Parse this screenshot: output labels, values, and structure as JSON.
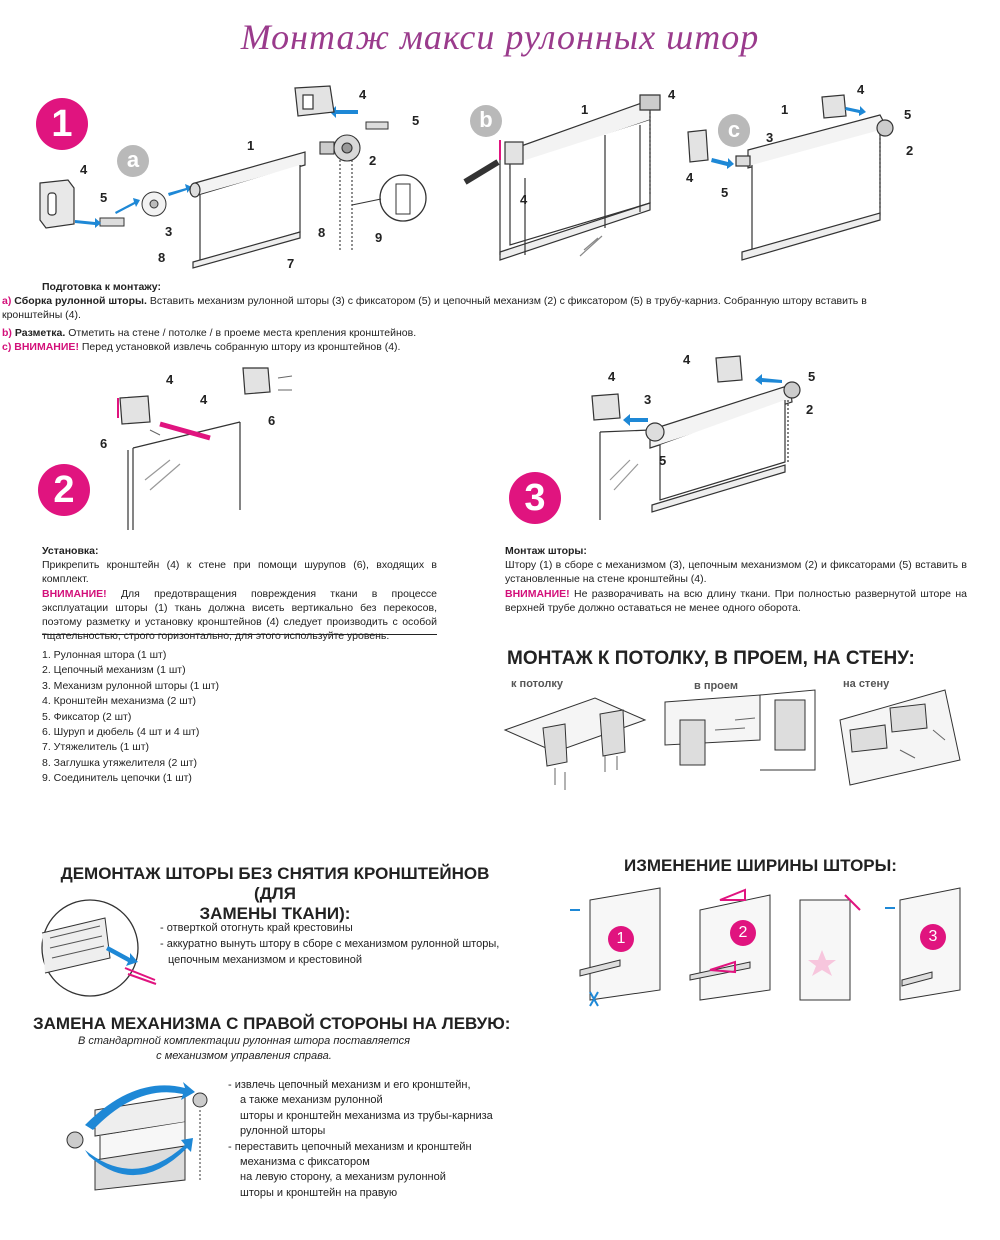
{
  "title": "Монтаж макси рулонных штор",
  "steps": {
    "s1": "1",
    "s2": "2",
    "s3": "3"
  },
  "letters": {
    "a": "a",
    "b": "b",
    "c": "c"
  },
  "figure_numbers": {
    "n1": "1",
    "n2": "2",
    "n3": "3",
    "n4": "4",
    "n5": "5",
    "n6": "6",
    "n7": "7",
    "n8": "8",
    "n9": "9"
  },
  "prep": {
    "heading": "Подготовка к монтажу:",
    "a_prefix": "a)",
    "a_bold": "Сборка рулонной шторы.",
    "a_text": "Вставить механизм рулонной шторы (3) с фиксатором (5) и цепочный механизм (2) с фиксатором (5) в трубу-карниз. Собранную штору вставить в кронштейны (4).",
    "b_prefix": "b)",
    "b_bold": "Разметка.",
    "b_text": "Отметить на стене / потолке / в проеме места крепления кронштейнов.",
    "c_prefix": "c)",
    "c_bold": "ВНИМАНИЕ!",
    "c_text": "Перед установкой извлечь собранную штору из кронштейнов (4)."
  },
  "install": {
    "heading": "Установка:",
    "line1": "Прикрепить кронштейн (4) к стене при помощи шурупов (6), входящих в комплект.",
    "warn": "ВНИМАНИЕ!",
    "text": "Для предотвращения повреждения ткани в процессе эксплуатации шторы (1) ткань должна висеть вертикально без перекосов, поэтому разметку и установку кронштейнов (4) следует производить с особой тщательностью, строго горизонтально, для этого используйте уровень."
  },
  "mount": {
    "heading": "Монтаж шторы:",
    "text": "Штору (1) в сборе с механизмом (3), цепочным механизмом (2) и фиксаторами (5) вставить в установленные на стене кронштейны (4).",
    "warn": "ВНИМАНИЕ!",
    "warn_text": "Не разворачивать на всю длину ткани. При полностью развернутой шторе на верхней трубе должно оставаться не менее одного оборота."
  },
  "parts": [
    "1. Рулонная штора (1 шт)",
    "2. Цепочный механизм  (1 шт)",
    "3. Механизм рулонной шторы (1 шт)",
    "4. Кронштейн механизма  (2 шт)",
    "5. Фиксатор (2 шт)",
    "6. Шуруп и дюбель (4 шт и 4 шт)",
    "7. Утяжелитель (1 шт)",
    "8. Заглушка  утяжелителя (2 шт)",
    "9. Соединитель цепочки (1 шт)"
  ],
  "mounting_types": {
    "heading": "МОНТАЖ К ПОТОЛКУ, В ПРОЕМ, НА СТЕНУ:",
    "ceiling": "к потолку",
    "opening": "в проем",
    "wall": "на стену"
  },
  "dismount": {
    "heading_line1": "ДЕМОНТАЖ ШТОРЫ БЕЗ СНЯТИЯ  КРОНШТЕЙНОВ (ДЛЯ",
    "heading_line2": "ЗАМЕНЫ ТКАНИ):",
    "item1": "- отверткой отогнуть край крестовины",
    "item2": "- аккуратно вынуть штору в сборе с механизмом  рулонной шторы,",
    "item3": "цепочным механизмом и крестовиной"
  },
  "width_change": {
    "heading": "ИЗМЕНЕНИЕ ШИРИНЫ ШТОРЫ:",
    "c1": "1",
    "c2": "2",
    "c3": "3"
  },
  "replace": {
    "heading": "ЗАМЕНА МЕХАНИЗМА С ПРАВОЙ СТОРОНЫ НА ЛЕВУЮ:",
    "sub1": "В стандартной комплектации рулонная штора поставляется",
    "sub2": "с механизмом управления справа.",
    "lines": [
      "- извлечь цепочный механизм и его кронштейн,",
      "а также механизм рулонной",
      "шторы и кронштейн механизма из трубы-карниза",
      "рулонной шторы",
      "- переставить цепочный механизм и кронштейн",
      "механизма с фиксатором",
      "на левую сторону, а механизм рулонной",
      "шторы и кронштейн на правую"
    ]
  },
  "colors": {
    "accent": "#e0147f",
    "title": "#9a3b8c",
    "arrow": "#1e88d6"
  }
}
